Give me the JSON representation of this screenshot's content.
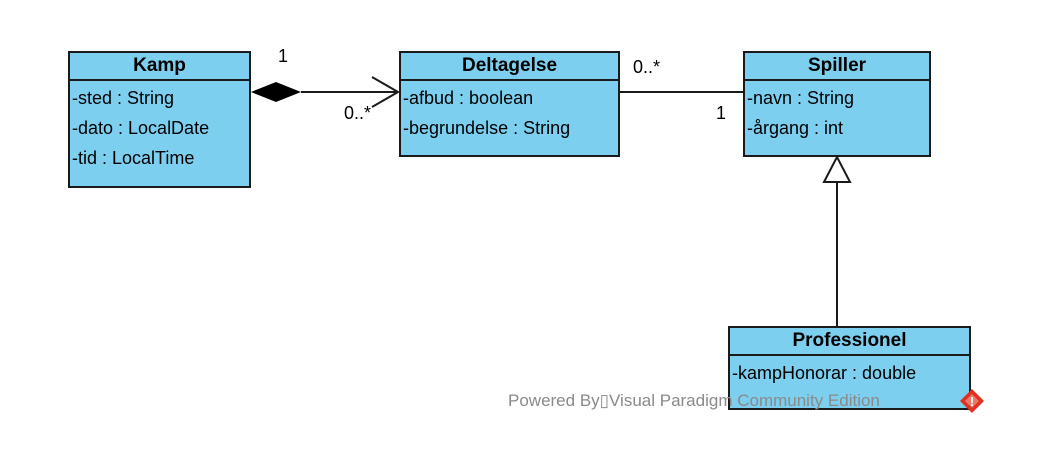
{
  "classes": {
    "kamp": {
      "name": "Kamp",
      "attributes": [
        "-sted : String",
        "-dato : LocalDate",
        "-tid : LocalTime"
      ]
    },
    "deltagelse": {
      "name": "Deltagelse",
      "attributes": [
        "-afbud : boolean",
        "-begrundelse : String"
      ]
    },
    "spiller": {
      "name": "Spiller",
      "attributes": [
        "-navn : String",
        "-årgang : int"
      ]
    },
    "professionel": {
      "name": "Professionel",
      "attributes": [
        "-kampHonorar : double"
      ]
    }
  },
  "associations": {
    "kamp_deltagelse": {
      "source_multiplicity": "1",
      "target_multiplicity": "0..*"
    },
    "deltagelse_spiller": {
      "source_multiplicity": "0..*",
      "target_multiplicity": "1"
    }
  },
  "watermark": {
    "text": "Powered By▯Visual Paradigm Community Edition"
  },
  "colors": {
    "class_fill": "#7ccfef",
    "border": "#1a1a1a",
    "watermark": "#8a8a8a",
    "logo": "#e0301e"
  }
}
